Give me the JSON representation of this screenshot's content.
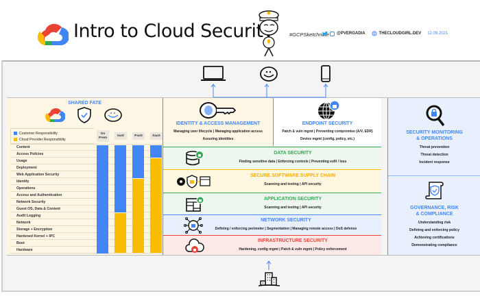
{
  "header": {
    "title": "Intro to Cloud Security",
    "hashtag": "#GCPSketchnote",
    "handle": "@PVERGADIA",
    "website": "THECLOUDGIRL.DEV",
    "date": "12.09.2021",
    "icons": [
      "google-cloud-logo",
      "security-guard-mascot",
      "twitter-icon",
      "instagram-icon",
      "globe-icon"
    ]
  },
  "devices": {
    "icons": [
      "laptop-icon",
      "smiley-user-icon",
      "phone-icon"
    ]
  },
  "shared_fate": {
    "title": "SHARED FATE",
    "icons": [
      "google-cloud-logo",
      "shield-check-icon",
      "smiley-icon"
    ],
    "legend": [
      {
        "label": "Customer Responsibility",
        "color": "#4285f4"
      },
      {
        "label": "Cloud Provider Responsibility",
        "color": "#fbbc04"
      }
    ],
    "columns": [
      "On Prem",
      "IaaS",
      "PaaS",
      "SaaS"
    ],
    "rows": [
      "Content",
      "Access Policies",
      "Usage",
      "Deployment",
      "Web Application Security",
      "Identity",
      "Operations",
      "Access and Authentication",
      "Network Security",
      "Guest OS, Data & Content",
      "Audit Logging",
      "Network",
      "Storage + Encryption",
      "Hardened Kernel + IPC",
      "Boot",
      "Hardware"
    ],
    "customer_rows_per_column": {
      "On Prem": 16,
      "IaaS": 10,
      "PaaS": 5,
      "SaaS": 2
    }
  },
  "layers": {
    "iam": {
      "title": "IDENTITY & ACCESS MANAGEMENT",
      "items_line1": "Managing user lifecycle | Managing application access",
      "items_line2": "Assuring identities",
      "color": "#4285f4"
    },
    "endpoint": {
      "title": "ENDPOINT SECURITY",
      "items_line1": "Patch & vuln mgmt | Preventing compromise (A/V, EDR)",
      "items_line2": "Device mgmt (config, policy, etc.)",
      "color": "#4285f4"
    },
    "data": {
      "title": "DATA SECURITY",
      "items": "Finding sensitive data | Enforcing controls | Preventing exfil / loss",
      "color": "#34a853"
    },
    "supply_chain": {
      "title": "SECURE SOFTWARE SUPPLY CHAIN",
      "items": "Scanning and testing | API security",
      "color": "#fbbc04"
    },
    "application": {
      "title": "APPLICATION SECURITY",
      "items": "Scanning and testing | API security",
      "color": "#34a853"
    },
    "network": {
      "title": "NETWORK SECURITY",
      "items": "Defining / enforcing perimeter | Segmentation | Managing remote access | DoS defense",
      "color": "#4285f4"
    },
    "infrastructure": {
      "title": "INFRASTRUCTURE SECURITY",
      "items": "Hardening, config mgmt | Patch & vuln mgmt | Policy enforcement",
      "color": "#ea4335"
    }
  },
  "right_panel": {
    "monitoring": {
      "title_line1": "SECURITY MONITORING",
      "title_line2": "& OPERATIONS",
      "items": [
        "Threat prevention",
        "Threat detection",
        "Incident response"
      ]
    },
    "governance": {
      "title_line1": "GOVERNANCE, RISK",
      "title_line2": "& COMPLIANCE",
      "items": [
        "Understanding risk",
        "Defining and enforcing policy",
        "Achieving certifications",
        "Demonstrating compliance"
      ]
    }
  },
  "footer": {
    "icon": "datacenter-building-icon"
  }
}
